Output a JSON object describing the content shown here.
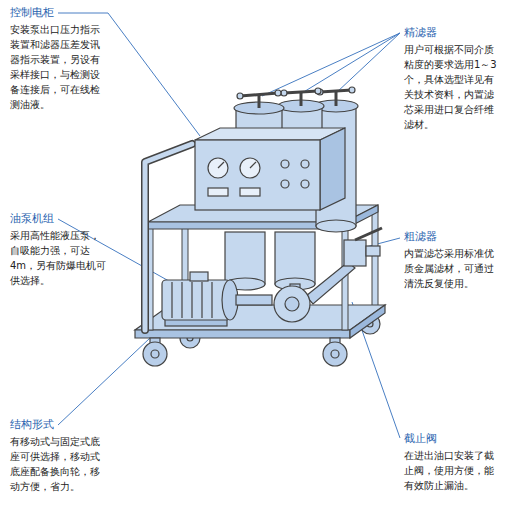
{
  "diagram": {
    "labels": [
      "控制电柜",
      "安装泵出口压力指示 装置和滤器压差发讯 器指示装置，另设有 采样接口，与检测设 备连接后，可在线检 测油液。",
      "精滤器",
      "用户可根据不同介质 粘度的要求选用1～3 个，具体选型详见有 关技术资料，内置滤 芯采用进口复合纤维 滤材。",
      "油泵机组",
      "采用高性能液压泵， 自吸能力强，可达 4m，另有防爆电机可 供选择。",
      "粗滤器",
      "内置滤芯采用标准优 质金属滤材，可通过 清洗反复使用。",
      "结构形式",
      "有移动式与固定式底 座可供选择，移动式 底座配备换向轮，移 动方便，省力。",
      "截止阀",
      "在进出油口安装了截 止阀，使用方便，能 有效防止漏油。"
    ]
  }
}
